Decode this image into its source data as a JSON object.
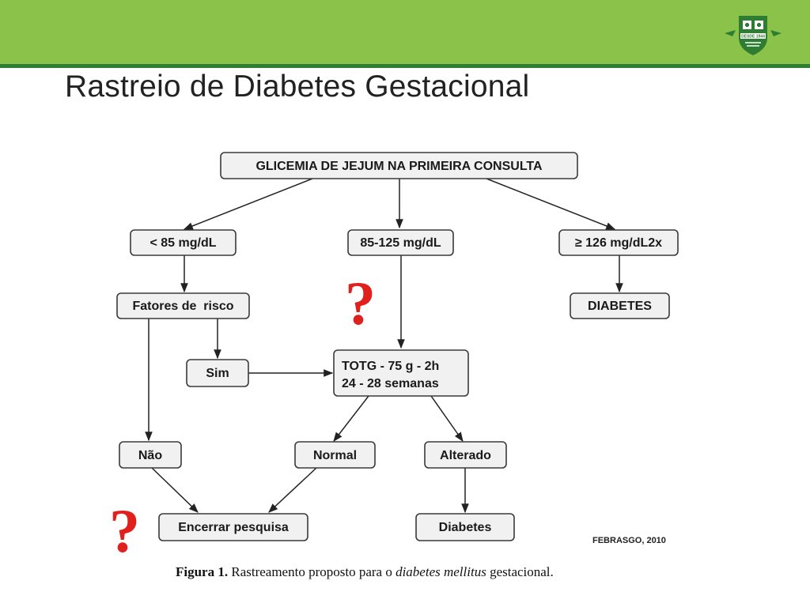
{
  "title": "Rastreio de Diabetes Gestacional",
  "logo": {
    "icon": "shield-plus-logo",
    "text": "DESDE 1944",
    "color": "#2e7d32"
  },
  "colors": {
    "header_bar": "#8bc34a",
    "header_border": "#2e7d32",
    "question_mark": "#e0201c"
  },
  "nodes": {
    "glicemia": "GLICEMIA DE JEJUM NA PRIMEIRA CONSULTA",
    "lt85": "< 85 mg/dL",
    "range85_125": "85-125 mg/dL",
    "gte126": "≥ 126 mg/dL2x",
    "fatores": "Fatores de  risco",
    "diabetes_top": "DIABETES",
    "sim": "Sim",
    "totg_line1": "TOTG - 75 g - 2h",
    "totg_line2": "24 - 28 semanas",
    "nao": "Não",
    "normal": "Normal",
    "alterado": "Alterado",
    "encerrar": "Encerrar pesquisa",
    "diabetes_bottom": "Diabetes"
  },
  "question_marks": [
    "?",
    "?"
  ],
  "source": "FEBRASGO, 2010",
  "caption": {
    "label": "Figura 1.",
    "text_before": " Rastreamento proposto para o ",
    "italic": "diabetes mellitus",
    "text_after": " gestacional."
  }
}
